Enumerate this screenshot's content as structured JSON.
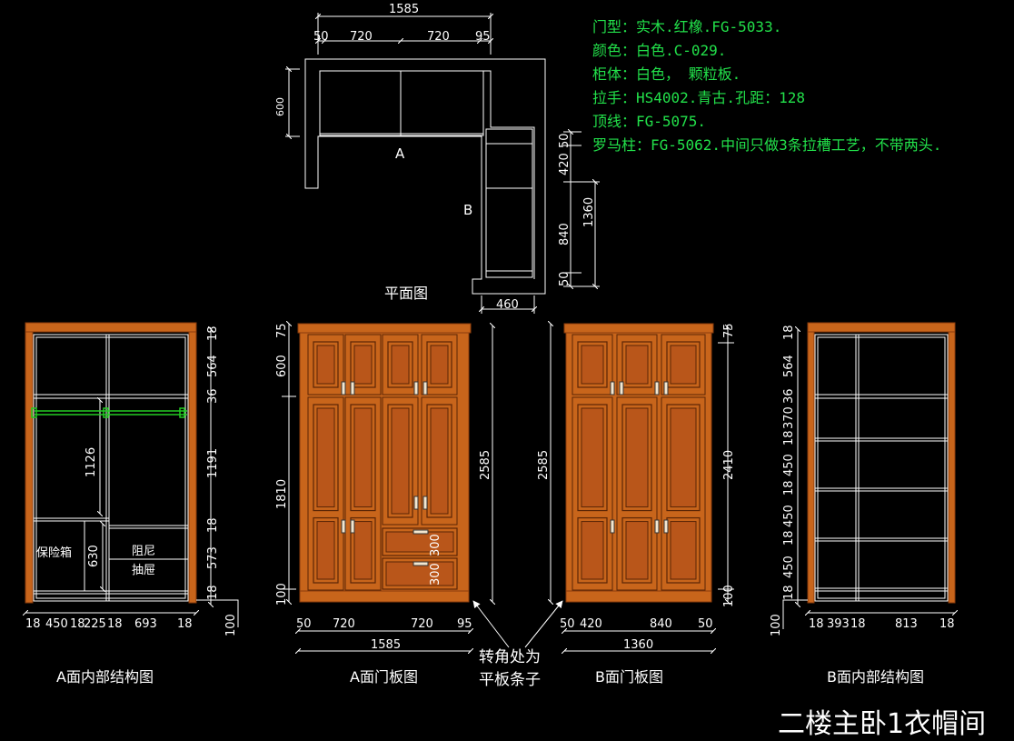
{
  "colors": {
    "background": "#000000",
    "line": "#ffffff",
    "wood": "#c8651b",
    "wood_dark": "#8a3c0c",
    "spec_text": "#22e04a",
    "rail": "#22cc22"
  },
  "specs": [
    "门型：实木.红橡.FG-5033.",
    "颜色：白色.C-029.",
    "柜体：白色，  颗粒板.",
    "拉手：HS4002.青古.孔距：128",
    "顶线：FG-5075.",
    "罗马柱：FG-5062.中间只做3条拉槽工艺，不带两头."
  ],
  "plan": {
    "caption": "平面图",
    "label_a": "A",
    "label_b": "B",
    "dim_total": "1585",
    "dim_top": [
      "50",
      "720",
      "720",
      "95"
    ],
    "dim_depth": "600",
    "dim_right": [
      "50",
      "420",
      "840",
      "50"
    ],
    "dim_b_total": "1360",
    "dim_b_depth": "460"
  },
  "a_inner": {
    "caption": "A面内部结构图",
    "dims_right": [
      "18",
      "564",
      "36",
      "1191",
      "18",
      "573",
      "18"
    ],
    "dims_bottom": [
      "18",
      "450",
      "18",
      "225",
      "18",
      "693",
      "18"
    ],
    "dim_rail": "1126",
    "dim_630": "630",
    "dim_100": "100",
    "label_safe": "保险箱",
    "label_damper": "阻尼",
    "label_drawer": "抽屉"
  },
  "a_door": {
    "caption": "A面门板图",
    "dims_left": [
      "75",
      "600",
      "1810",
      "100"
    ],
    "dims_bottom": [
      "50",
      "720",
      "720",
      "95"
    ],
    "dim_height": "2585",
    "dim_total": "1585",
    "drawer_dims": [
      "300",
      "300"
    ]
  },
  "b_door": {
    "caption": "B面门板图",
    "dims_right": [
      "75",
      "2410",
      "100"
    ],
    "dims_bottom": [
      "50",
      "420",
      "840",
      "50"
    ],
    "dim_height": "2585",
    "dim_total": "1360"
  },
  "b_inner": {
    "caption": "B面内部结构图",
    "dims_left": [
      "18",
      "564",
      "36",
      "370",
      "18",
      "450",
      "18",
      "450",
      "18",
      "450",
      "18"
    ],
    "dims_bottom": [
      "18",
      "393",
      "18",
      "813",
      "18"
    ],
    "dim_100": "100"
  },
  "note": [
    "转角处为",
    "平板条子"
  ],
  "title": "二楼主卧1衣帽间"
}
